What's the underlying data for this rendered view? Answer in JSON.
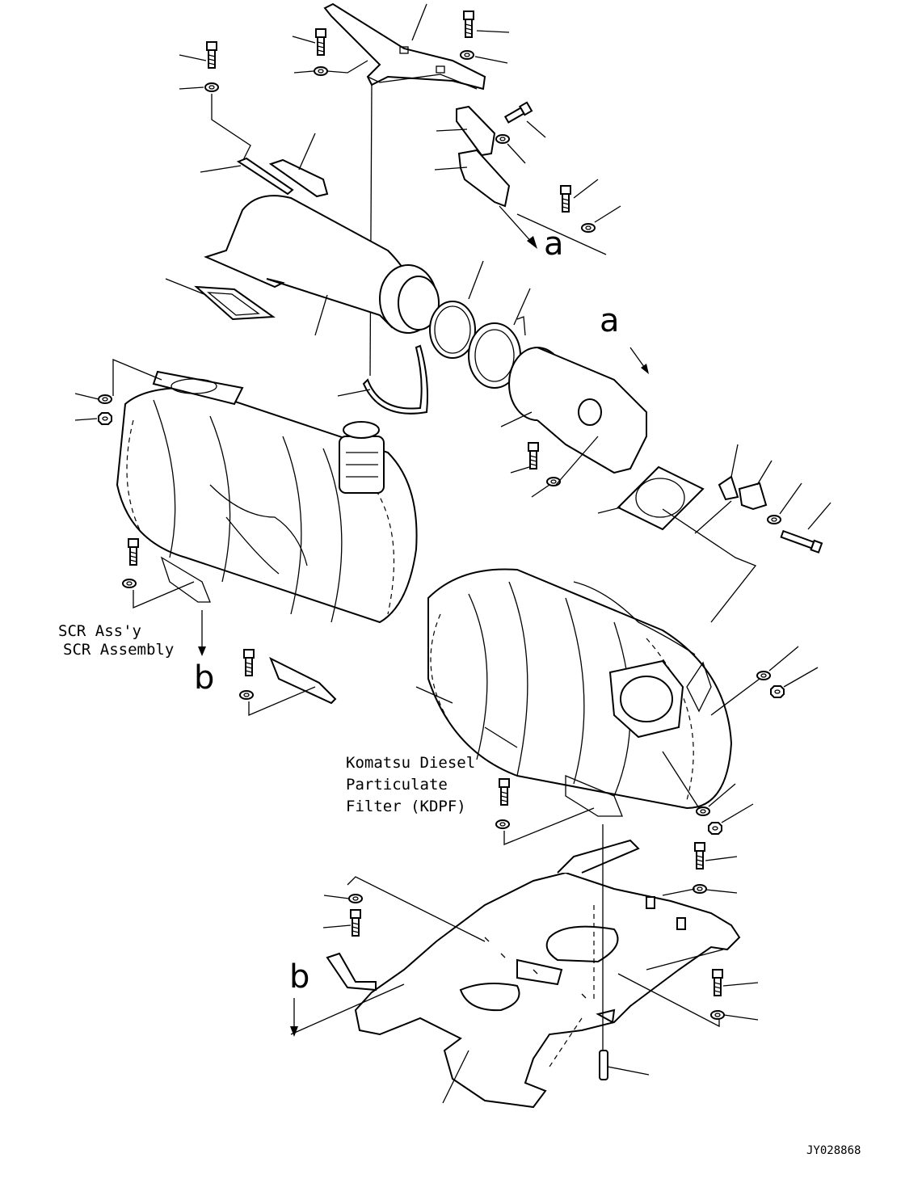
{
  "callouts": {
    "scr_line1": "SCR Ass'y",
    "scr_line2": "SCR Assembly",
    "kdpf_line1": "Komatsu Diesel",
    "kdpf_line2": "Particulate",
    "kdpf_line3": "Filter (KDPF)",
    "ref_a_1": "a",
    "ref_a_2": "a",
    "ref_b_1": "b",
    "ref_b_2": "b"
  },
  "drawing_number": "JY028868",
  "icons": [
    "bolt-icon",
    "washer-icon",
    "nut-icon",
    "arrow-icon"
  ]
}
